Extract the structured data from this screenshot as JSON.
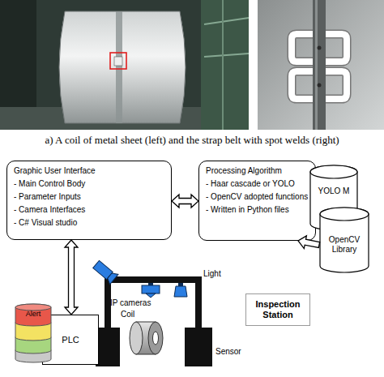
{
  "diagram": {
    "caption": "a) A coil of metal sheet (left) and the strap belt with spot welds (right)",
    "nodes": [
      {
        "text": [
          "Graphic User Interface",
          "- Main Control Body",
          "- Parameter Inputs",
          "- Camera Interfaces",
          "- C# Visual studio"
        ]
      },
      {
        "text": [
          "Processing Algorithm",
          "- Haar cascade or YOLO",
          "- OpenCV adopted functions",
          "- Written in Python files"
        ]
      },
      {
        "text": [
          "YOLO M"
        ]
      },
      {
        "text": [
          "OpenCV Library"
        ]
      },
      {
        "text": [
          "Alert"
        ]
      },
      {
        "text": [
          "PLC"
        ]
      },
      {
        "text": [
          "Inspection Station"
        ]
      }
    ],
    "edges": [
      {
        "from": 0,
        "to": 1,
        "arrow": "both"
      },
      {
        "from": 3,
        "to": 1,
        "arrow": "to"
      },
      {
        "from": 0,
        "to": 5,
        "arrow": "both"
      }
    ],
    "labels": [
      "IP cameras",
      "Light",
      "Coil",
      "Sensor"
    ]
  }
}
